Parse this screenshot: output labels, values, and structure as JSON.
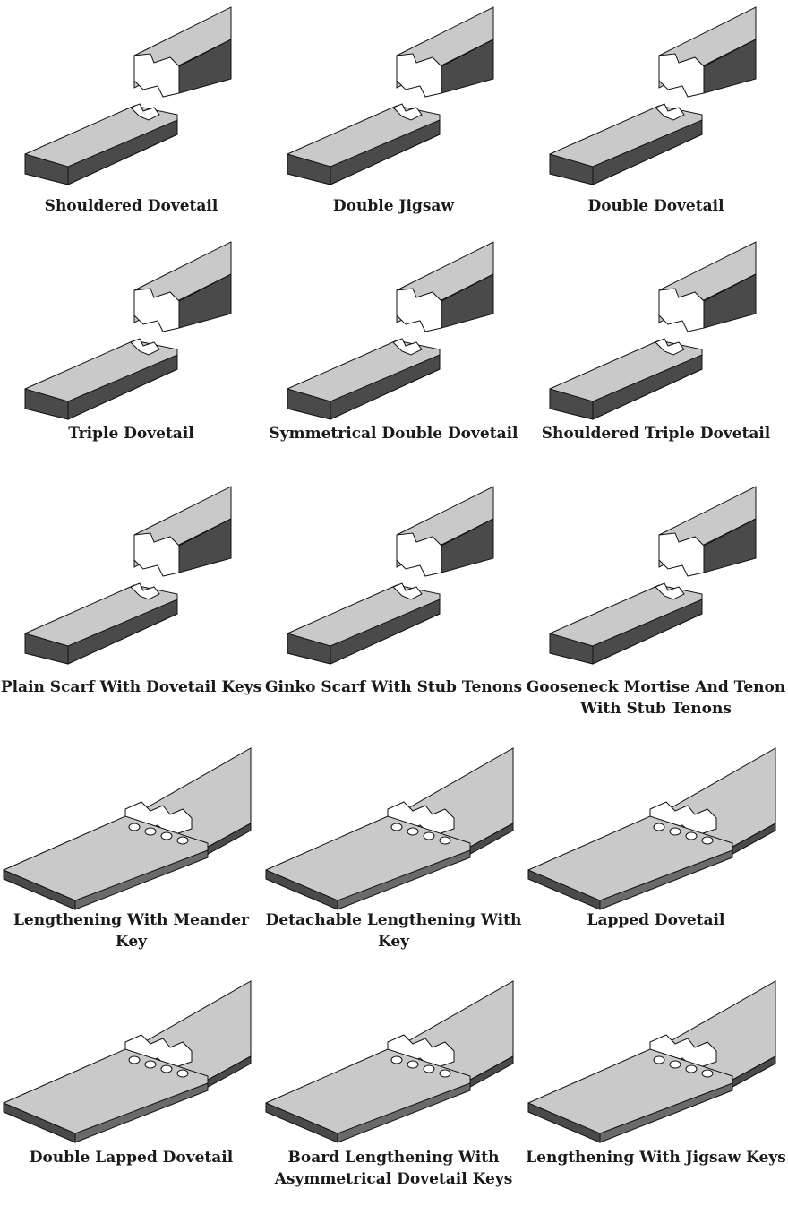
{
  "joints": [
    {
      "label": "Shouldered Dovetail",
      "kind": "beam",
      "key": "shouldered"
    },
    {
      "label": "Double Jigsaw",
      "kind": "beam",
      "key": "jigsaw"
    },
    {
      "label": "Double Dovetail",
      "kind": "beam",
      "key": "double"
    },
    {
      "label": "Triple Dovetail",
      "kind": "beam",
      "key": "triple"
    },
    {
      "label": "Symmetrical Double Dovetail",
      "kind": "beam",
      "key": "symmetrical"
    },
    {
      "label": "Shouldered Triple Dovetail",
      "kind": "beam",
      "key": "shoulderedtriple"
    },
    {
      "label": "Plain Scarf With Dovetail Keys",
      "kind": "beam",
      "key": "scarfkeys"
    },
    {
      "label": "Ginko Scarf With Stub Tenons",
      "kind": "beam",
      "key": "ginko"
    },
    {
      "label": "Gooseneck Mortise And Tenon With Stub Tenons",
      "kind": "beam",
      "key": "gooseneck"
    },
    {
      "label": "Lengthening With Meander Key",
      "kind": "board",
      "key": "meander"
    },
    {
      "label": "Detachable Lengthening With Key",
      "kind": "board",
      "key": "detachable"
    },
    {
      "label": "Lapped Dovetail",
      "kind": "board",
      "key": "lapped"
    },
    {
      "label": "Double Lapped Dovetail",
      "kind": "board",
      "key": "doublelapped"
    },
    {
      "label": "Board Lengthening With Asymmetrical Dovetail Keys",
      "kind": "board",
      "key": "asymkeys"
    },
    {
      "label": "Lengthening With Jigsaw Keys",
      "kind": "board",
      "key": "jigsawkeys"
    }
  ],
  "colors": {
    "top_face": "#c9c9c9",
    "side_face": "#4a4a4a",
    "end_grain": "#ffffff",
    "outline": "#111111"
  }
}
